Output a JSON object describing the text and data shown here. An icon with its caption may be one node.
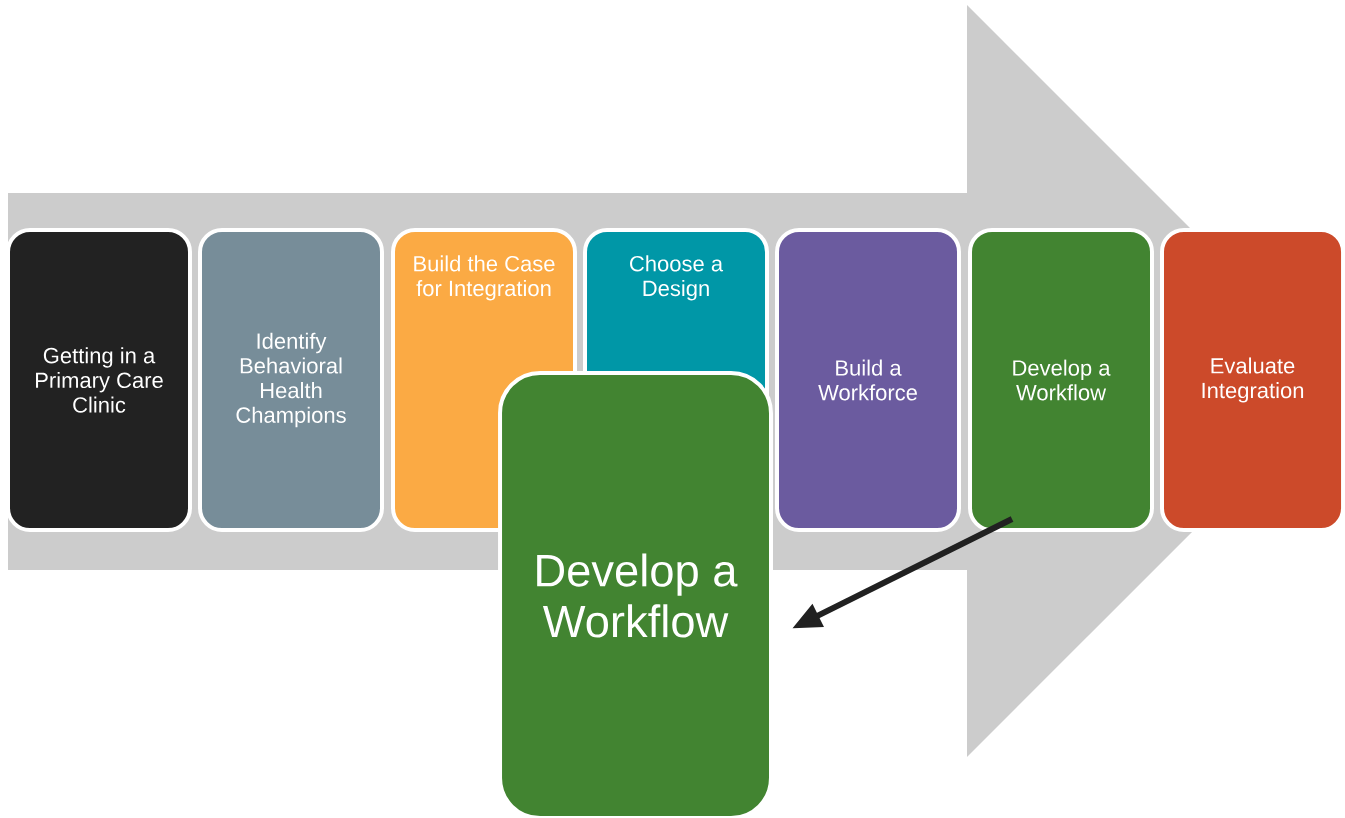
{
  "diagram": {
    "nodes": [
      {
        "text": [],
        "shape": "arrow"
      },
      {
        "text": [
          "Getting in a Primary Care Clinic"
        ],
        "in": 0
      },
      {
        "text": [
          "Identify Behavioral Health Champions"
        ],
        "in": 0
      },
      {
        "text": [
          "Build the Case for Integration"
        ],
        "in": 0
      },
      {
        "text": [
          "Choose a Design"
        ],
        "in": 0
      },
      {
        "text": [
          "Build a Workforce"
        ],
        "in": 0
      },
      {
        "text": [
          "Develop a Workflow"
        ],
        "in": 0
      },
      {
        "text": [
          "Evaluate Integration"
        ],
        "in": 0
      },
      {
        "text": [
          "Develop a Workflow"
        ]
      }
    ],
    "edges": [
      {
        "from": 6,
        "to": 8,
        "arrow": "to"
      }
    ]
  }
}
